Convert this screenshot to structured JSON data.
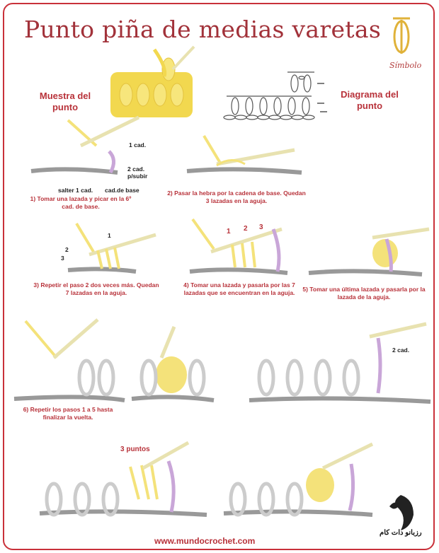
{
  "title": "Punto piña de medias varetas",
  "symbol_label": "Símbolo",
  "sample_label": "Muestra del punto",
  "diagram_label": "Diagrama del punto",
  "step_labels": {
    "one_cad": "1 cad.",
    "two_cad_subir": "2 cad. p/subir",
    "salter": "salter 1 cad.",
    "cad_base": "cad.de base",
    "n1": "1",
    "n2": "2",
    "n3": "3",
    "two_cad": "2 cad.",
    "three_puntos": "3 puntos"
  },
  "captions": {
    "s1": "1) Tomar una lazada y picar en la 6º cad. de base.",
    "s2": "2) Pasar la hebra por la cadena de base. Quedan 3 lazadas en la aguja.",
    "s3": "3) Repetir el paso 2 dos veces más. Quedan 7 lazadas en la aguja.",
    "s4": "4) Tomar una lazada y pasarla por las 7 lazadas que se encuentran en la aguja.",
    "s5": "5) Tomar una última lazada y pasarla por la lazada de la aguja.",
    "s6": "6) Repetir los pasos 1 a 5 hasta finalizar la vuelta."
  },
  "footer_url": "www.mundocrochet.com",
  "watermark": "رزبانو دات کام",
  "colors": {
    "frame": "#c9313a",
    "title": "#a2323a",
    "yarn_yellow": "#f4e27a",
    "yarn_purple": "#c9a6d8",
    "hook": "#e8e2b0"
  }
}
